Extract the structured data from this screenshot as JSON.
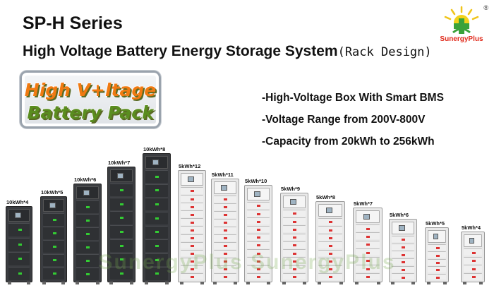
{
  "title": "SP-H Series",
  "subtitle": {
    "main": "High Voltage Battery Energy Storage System",
    "suffix": "(Rack Design)"
  },
  "logo": {
    "brand": "SunergyPlus",
    "mark": "®"
  },
  "badge": {
    "line1": "High V+ltage",
    "line2": "Battery Pack"
  },
  "bullets": [
    "-High-Voltage Box With Smart BMS",
    "-Voltage Range from 200V-800V",
    "-Capacity from 20kWh to 256kWh"
  ],
  "racks": [
    {
      "label": "10kWh*4",
      "kind": "dark",
      "modules": 4
    },
    {
      "label": "10kWh*5",
      "kind": "dark",
      "modules": 5
    },
    {
      "label": "10kWh*6",
      "kind": "dark",
      "modules": 6
    },
    {
      "label": "10kWh*7",
      "kind": "dark",
      "modules": 7
    },
    {
      "label": "10kWh*8",
      "kind": "dark",
      "modules": 8
    },
    {
      "label": "5kWh*12",
      "kind": "light",
      "modules": 12
    },
    {
      "label": "5kWh*11",
      "kind": "light",
      "modules": 11
    },
    {
      "label": "5kWh*10",
      "kind": "light",
      "modules": 10
    },
    {
      "label": "5kWh*9",
      "kind": "light",
      "modules": 9
    },
    {
      "label": "5kWh*8",
      "kind": "light",
      "modules": 8
    },
    {
      "label": "5kWh*7",
      "kind": "light",
      "modules": 7
    },
    {
      "label": "5kWh*6",
      "kind": "light",
      "modules": 6
    },
    {
      "label": "5kWh*5",
      "kind": "light",
      "modules": 5
    },
    {
      "label": "5kWh*4",
      "kind": "light",
      "modules": 4
    }
  ],
  "watermark": "SunergyPlus SunergyPlus"
}
